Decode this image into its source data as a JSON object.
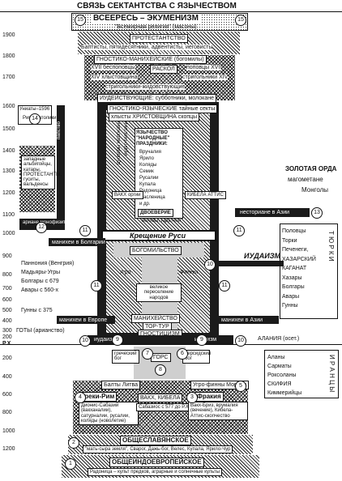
{
  "title": "СВЯЗЬ  СЕКТАНТСТВА С ЯЗЫЧЕСТВОМ",
  "years": [
    "1900",
    "1800",
    "1700",
    "1600",
    "1500",
    "1400",
    "1300",
    "1200",
    "1100",
    "1000",
    "900",
    "800",
    "700",
    "600",
    "500",
    "400",
    "300",
    "200",
    "Р.Х.",
    "200",
    "400",
    "600",
    "800",
    "1000",
    "1200"
  ],
  "top": {
    "ecumenism": "ВСЕЕРЕСЬ – ЭКУМЕНИЗМ",
    "world_religion": "\"Всемирная религия\" (масоны)",
    "protestantism": "ПРОТЕСТАНТСТВО",
    "protestant_list": "Баптисты, пятидесятники, адвентисты, иеговисты",
    "gnostic_manichean": "ГНОСТИКО-МАНИХЕЙСКИЕ (богомилы)",
    "schism": "РАСКОЛ",
    "line1_left": "XVII беспоповцы",
    "line1_right": "поповцы XVII",
    "line2_left": "XIV хлыстовщина",
    "line2_right": "стригольники XIV",
    "line3": "стригольники-жидовствующие",
    "judaizers": "ИУДЕЙСТВУЮЩИЕ: субботники, молокане",
    "gnostic_pagan": "ГНОСТИКО-ЯЗЫЧЕСКИЕ тайные секты",
    "khlysty": "хлысты  ХРИСТОВЩИНА  скопцы"
  },
  "center": {
    "paganism_title": "ЯЗЫЧЕСТВО \"НАРОДНЫЕ\" ПРАЗДНИКИ:",
    "holidays": [
      "Вручалия",
      "Ярило",
      "Коляды",
      "Семик",
      "Русалии",
      "Купала",
      "Радоница",
      "Масленица",
      "и др."
    ],
    "dual_faith": "ДВОЕВЕРИЕ",
    "magi": "волхвы, гадатели",
    "left_col": "Дуоборы молокане",
    "left_col2": "иудео-гностики",
    "vakh": "ВАКХ оргии",
    "kibela": "КИБЕЛА АТТИС",
    "baptism": "Крещение Руси",
    "bogomilism": "БОГОМИЛЬСТВО",
    "judaism": "ИУДАИЗМ",
    "ugro": "Угро-",
    "finns": "Финны",
    "migration": "великое переселение народов",
    "manichaeism": "МАНИХЕЙСТВО",
    "tor_tyr": "ТОР-ТУР",
    "gnosticism": "ГНОСТИЦИЗМ",
    "judaism_low": "иудаизм",
    "gors": "ГОРС",
    "persia": "персидский бог",
    "greek_god": "греческий бог"
  },
  "left": {
    "uniates": "Униаты–1596",
    "roman_catholic": "Римо-католики",
    "papists": "папство",
    "heresies": "западные альбигойцы, катары, ПРОТЕСТАНТЫ, гуситы, вальденсы",
    "arians": "ариане монофизиты",
    "manichees_bulgaria": "манихеи в Болгарии",
    "peoples": [
      "Паннония (Венгрия)",
      "Мадьяры-Угры",
      "Болгары с 679",
      "Авары с 560-х",
      "Гунны с 375"
    ],
    "goths": "ГОТЫ (арианство)",
    "manichees_europe": "манихеи в Европе"
  },
  "right": {
    "golden_horde": "ЗОЛОТАЯ ОРДА",
    "muslims": "магометане",
    "mongols": "Монголы",
    "nestorians": "несториане в Азии",
    "turks_list": [
      "Половцы",
      "Торки",
      "Печенеги,",
      "ХАЗАРСКИЙ",
      "КАГАНАТ",
      "Хазары",
      "Болгары",
      "Авары",
      "Гунны"
    ],
    "turks": "Т Ю Р К И",
    "manichees_asia": "манихеи в Азии",
    "alania": "АЛАНИЯ (осет.)",
    "iranian_list": [
      "Аланы",
      "Сарматы",
      "Роксоланы",
      "СКИФИЯ",
      "Киммерийцы"
    ],
    "iranians": "И Р А Н Ц Ы"
  },
  "bottom": {
    "balts": "Балты Литва",
    "ugro_finns": "Угро-финны Мордва",
    "greco_roman": "Греки-Рим",
    "thrace": "Фракия",
    "greco_detail": "Дионис-Сабазий (вакханалии), сатурналии, русалии, коляды (новолетие)",
    "vakh_kibela": "ВАКХ, КИБЕЛА",
    "dionysus": "Сабазиос с 577 до Р.Х.",
    "thrace_detail": "Вакх-Бриз, врумалия (вечение), Кибела-Аттис-скопчество",
    "common_slavic": "ОБЩЕСЛАВЯНСКОЕ",
    "slavic_detail": "\"мать-сыра земля\", Сварог, Дажь-бог, Велес, Купала, Ярило-Чур",
    "indo_european": "ОБЩЕИНДОЕВРОПЕЙСКОЕ",
    "ie_detail": "Радоница – культ предков, аграрные и солнечные культы"
  },
  "markers": [
    "15",
    "14",
    "13",
    "12",
    "11",
    "10",
    "9",
    "8",
    "7",
    "6",
    "5",
    "4",
    "3",
    "2",
    "1"
  ]
}
